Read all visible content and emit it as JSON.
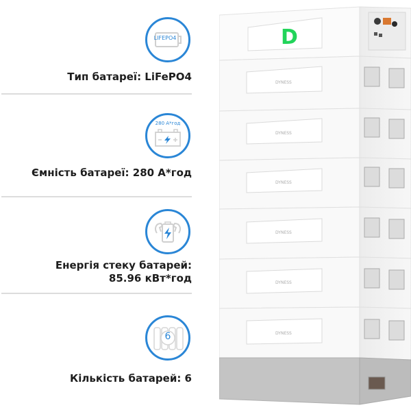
{
  "features": [
    {
      "icon": "lifepo4-battery-icon",
      "icon_label": "LIFEPO4",
      "text_lines": [
        "Тип батареї: LiFePO4"
      ]
    },
    {
      "icon": "car-battery-icon",
      "icon_label": "280 А*год",
      "text_lines": [
        "Ємність батареї: 280 А*год"
      ]
    },
    {
      "icon": "battery-stack-energy-icon",
      "icon_label": "",
      "text_lines": [
        "Енергія стеку батарей:",
        "85.96 кВт*год"
      ]
    },
    {
      "icon": "battery-count-icon",
      "icon_label": "6",
      "text_lines": [
        "Кількість батарей: 6"
      ]
    }
  ],
  "product": {
    "brand_logo_letter": "D",
    "module_brand": "DYNESS",
    "module_count": 6,
    "colors": {
      "accent_blue": "#2a86d6",
      "logo_green": "#22d45a",
      "cabinet_white": "#f4f4f4",
      "base_gray": "#bcbcbc"
    }
  }
}
